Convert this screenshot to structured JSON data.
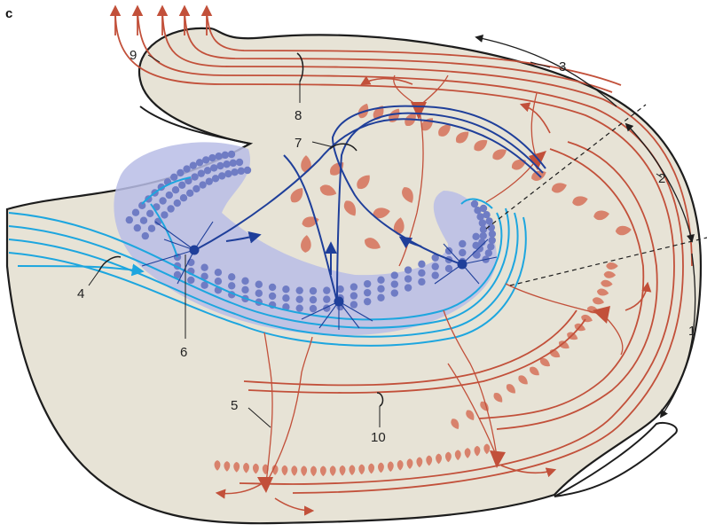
{
  "panel_letter": "c",
  "labels": {
    "l1": "1",
    "l2": "2",
    "l3": "3",
    "l4": "4",
    "l5": "5",
    "l6": "6",
    "l7": "7",
    "l8": "8",
    "l9": "9",
    "l10": "10"
  },
  "colors": {
    "tissue": "#e7e3d6",
    "outline": "#1d1d1d",
    "granule_zone": "#b8bde6",
    "granule_cell": "#6f7cc4",
    "mossy_fiber": "#1f3f9a",
    "perforant_path": "#1da6df",
    "pyramidal": "#d8826c",
    "pyramidal_dark": "#c2503a",
    "axon_red": "#c2503a"
  }
}
